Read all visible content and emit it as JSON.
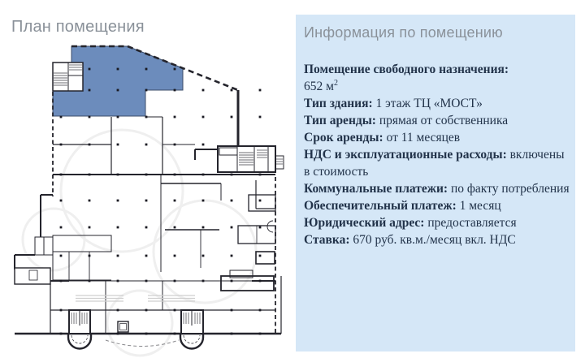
{
  "colors": {
    "highlight": "#6c8cbc",
    "panel_bg": "#d5e7f7",
    "heading_gray": "#8a9199",
    "text_navy": "#22334a",
    "wall_dark": "#24242c"
  },
  "plan": {
    "title": "План помещения"
  },
  "panel": {
    "title": "Информация по помещению",
    "area_label": "Помещение свободного назначения:",
    "area_value": "652 м",
    "area_sup": "2",
    "rows": [
      {
        "label": "Тип здания:",
        "value": "1 этаж ТЦ «МОСТ»"
      },
      {
        "label": "Тип аренды:",
        "value": "прямая от собственника"
      },
      {
        "label": "Срок аренды:",
        "value": "от 11 месяцев"
      },
      {
        "label": "НДС и эксплуатационные расходы:",
        "value": "включены в стоимость"
      },
      {
        "label": "Коммунальные платежи:",
        "value": "по факту потребления"
      },
      {
        "label": "Обеспечительный платеж:",
        "value": "1 месяц"
      },
      {
        "label": "Юридический адрес:",
        "value": "предоставляется"
      },
      {
        "label": "Ставка:",
        "value": "670 руб. кв.м./месяц вкл. НДС"
      }
    ]
  }
}
